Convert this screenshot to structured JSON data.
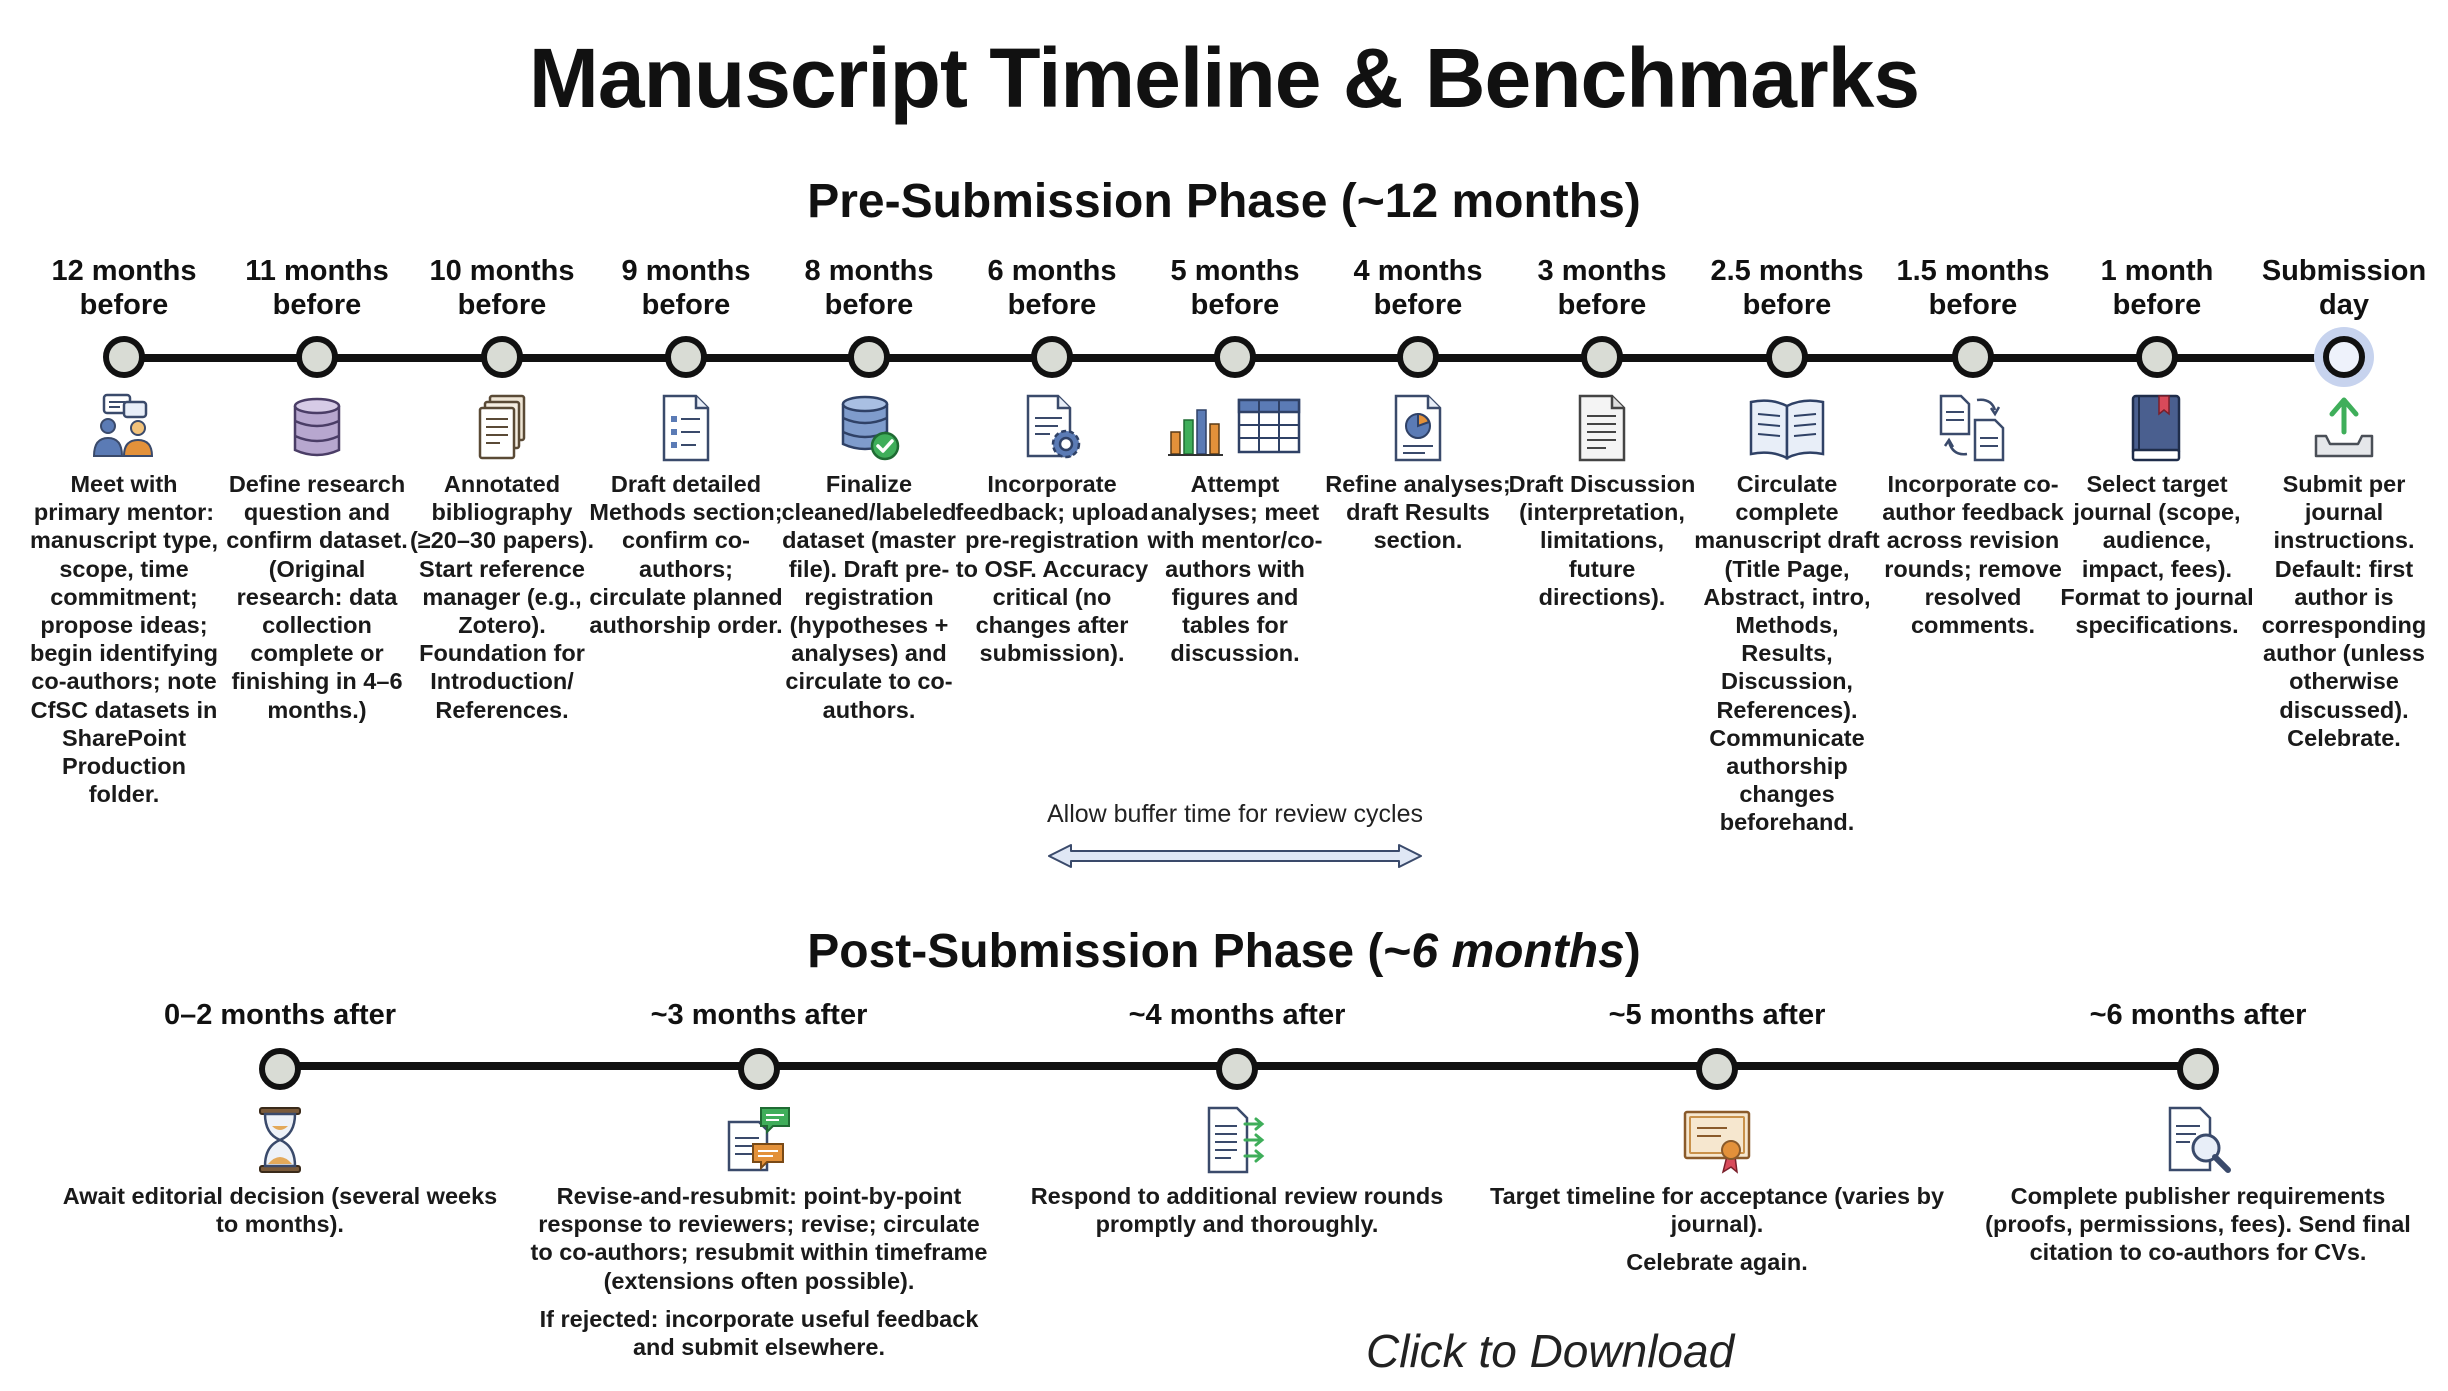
{
  "title": "Manuscript Timeline & Benchmarks",
  "pre": {
    "title": "Pre-Submission Phase (~12 months)",
    "milestones": [
      {
        "label": "12 months before",
        "icon": "meeting-people-icon",
        "desc": "Meet with primary mentor: manuscript type, scope, time commitment; propose ideas; begin identifying co-authors; note CfSC datasets in SharePoint Production folder."
      },
      {
        "label": "11 months before",
        "icon": "database-icon",
        "desc": "Define research question and confirm dataset. (Original research: data collection complete or finishing in 4–6 months.)"
      },
      {
        "label": "10 months before",
        "icon": "papers-stack-icon",
        "desc": "Annotated bibliography (≥20–30 papers). Start reference manager (e.g., Zotero). Foundation for Introduction/ References."
      },
      {
        "label": "9 months before",
        "icon": "checklist-document-icon",
        "desc": "Draft detailed Methods section; confirm co-authors; circulate planned authorship order."
      },
      {
        "label": "8 months before",
        "icon": "database-check-icon",
        "desc": "Finalize cleaned/labeled dataset (master file). Draft pre-registration (hypotheses + analyses) and circulate to co-authors."
      },
      {
        "label": "6 months before",
        "icon": "document-gear-icon",
        "desc": "Incorporate feedback; upload pre-registration to OSF. Accuracy critical (no changes after submission)."
      },
      {
        "label": "5 months before",
        "icon": "chart-table-icon",
        "desc": "Attempt analyses; meet with mentor/co-authors with figures and tables for discussion."
      },
      {
        "label": "4 months before",
        "icon": "document-pie-chart-icon",
        "desc": "Refine analyses; draft Results section."
      },
      {
        "label": "3 months before",
        "icon": "document-lines-icon",
        "desc": "Draft Discussion (interpretation, limitations, future directions)."
      },
      {
        "label": "2.5 months before",
        "icon": "open-book-icon",
        "desc": "Circulate complete manuscript draft (Title Page, Abstract, intro, Methods, Results, Discussion, References). Communicate authorship changes beforehand."
      },
      {
        "label": "1.5 months before",
        "icon": "document-exchange-icon",
        "desc": "Incorporate co-author feedback across revision rounds; remove resolved comments."
      },
      {
        "label": "1 month before",
        "icon": "journal-book-icon",
        "desc": "Select target journal (scope, audience, impact, fees). Format to journal specifications."
      },
      {
        "label": "Submission day",
        "icon": "upload-tray-icon",
        "desc": "Submit per journal instructions. Default: first author is corresponding author (unless otherwise discussed). Celebrate."
      }
    ]
  },
  "buffer": {
    "text": "Allow buffer time for review cycles"
  },
  "post": {
    "title_main": "Post-Submission Phase (~",
    "title_em": "6 months",
    "title_end": ")",
    "milestones": [
      {
        "label": "0–2 months after",
        "icon": "hourglass-icon",
        "desc": "Await editorial decision (several weeks to months).",
        "sub": ""
      },
      {
        "label": "~3 months after",
        "icon": "speech-bubbles-document-icon",
        "desc": "Revise-and-resubmit: point-by-point response to reviewers; revise; circulate to co-authors; resubmit within timeframe (extensions often possible).",
        "sub": "If rejected: incorporate useful feedback and submit elsewhere."
      },
      {
        "label": "~4 months after",
        "icon": "document-arrows-icon",
        "desc": "Respond to additional review rounds promptly and thoroughly.",
        "sub": ""
      },
      {
        "label": "~5 months after",
        "icon": "certificate-icon",
        "desc": "Target timeline for acceptance (varies by journal).",
        "sub": "Celebrate again."
      },
      {
        "label": "~6 months after",
        "icon": "document-magnifier-icon",
        "desc": "Complete publisher requirements (proofs, permissions, fees). Send final citation to co-authors for CVs.",
        "sub": ""
      }
    ]
  },
  "download": {
    "label": "Click to Download"
  },
  "colors": {
    "node_fill": "#d9dcd5",
    "line": "#111111",
    "highlight": "#c7d3ee",
    "icon_blue": "#5b7bb5",
    "icon_green": "#3fae5a",
    "icon_orange": "#e3913a"
  }
}
